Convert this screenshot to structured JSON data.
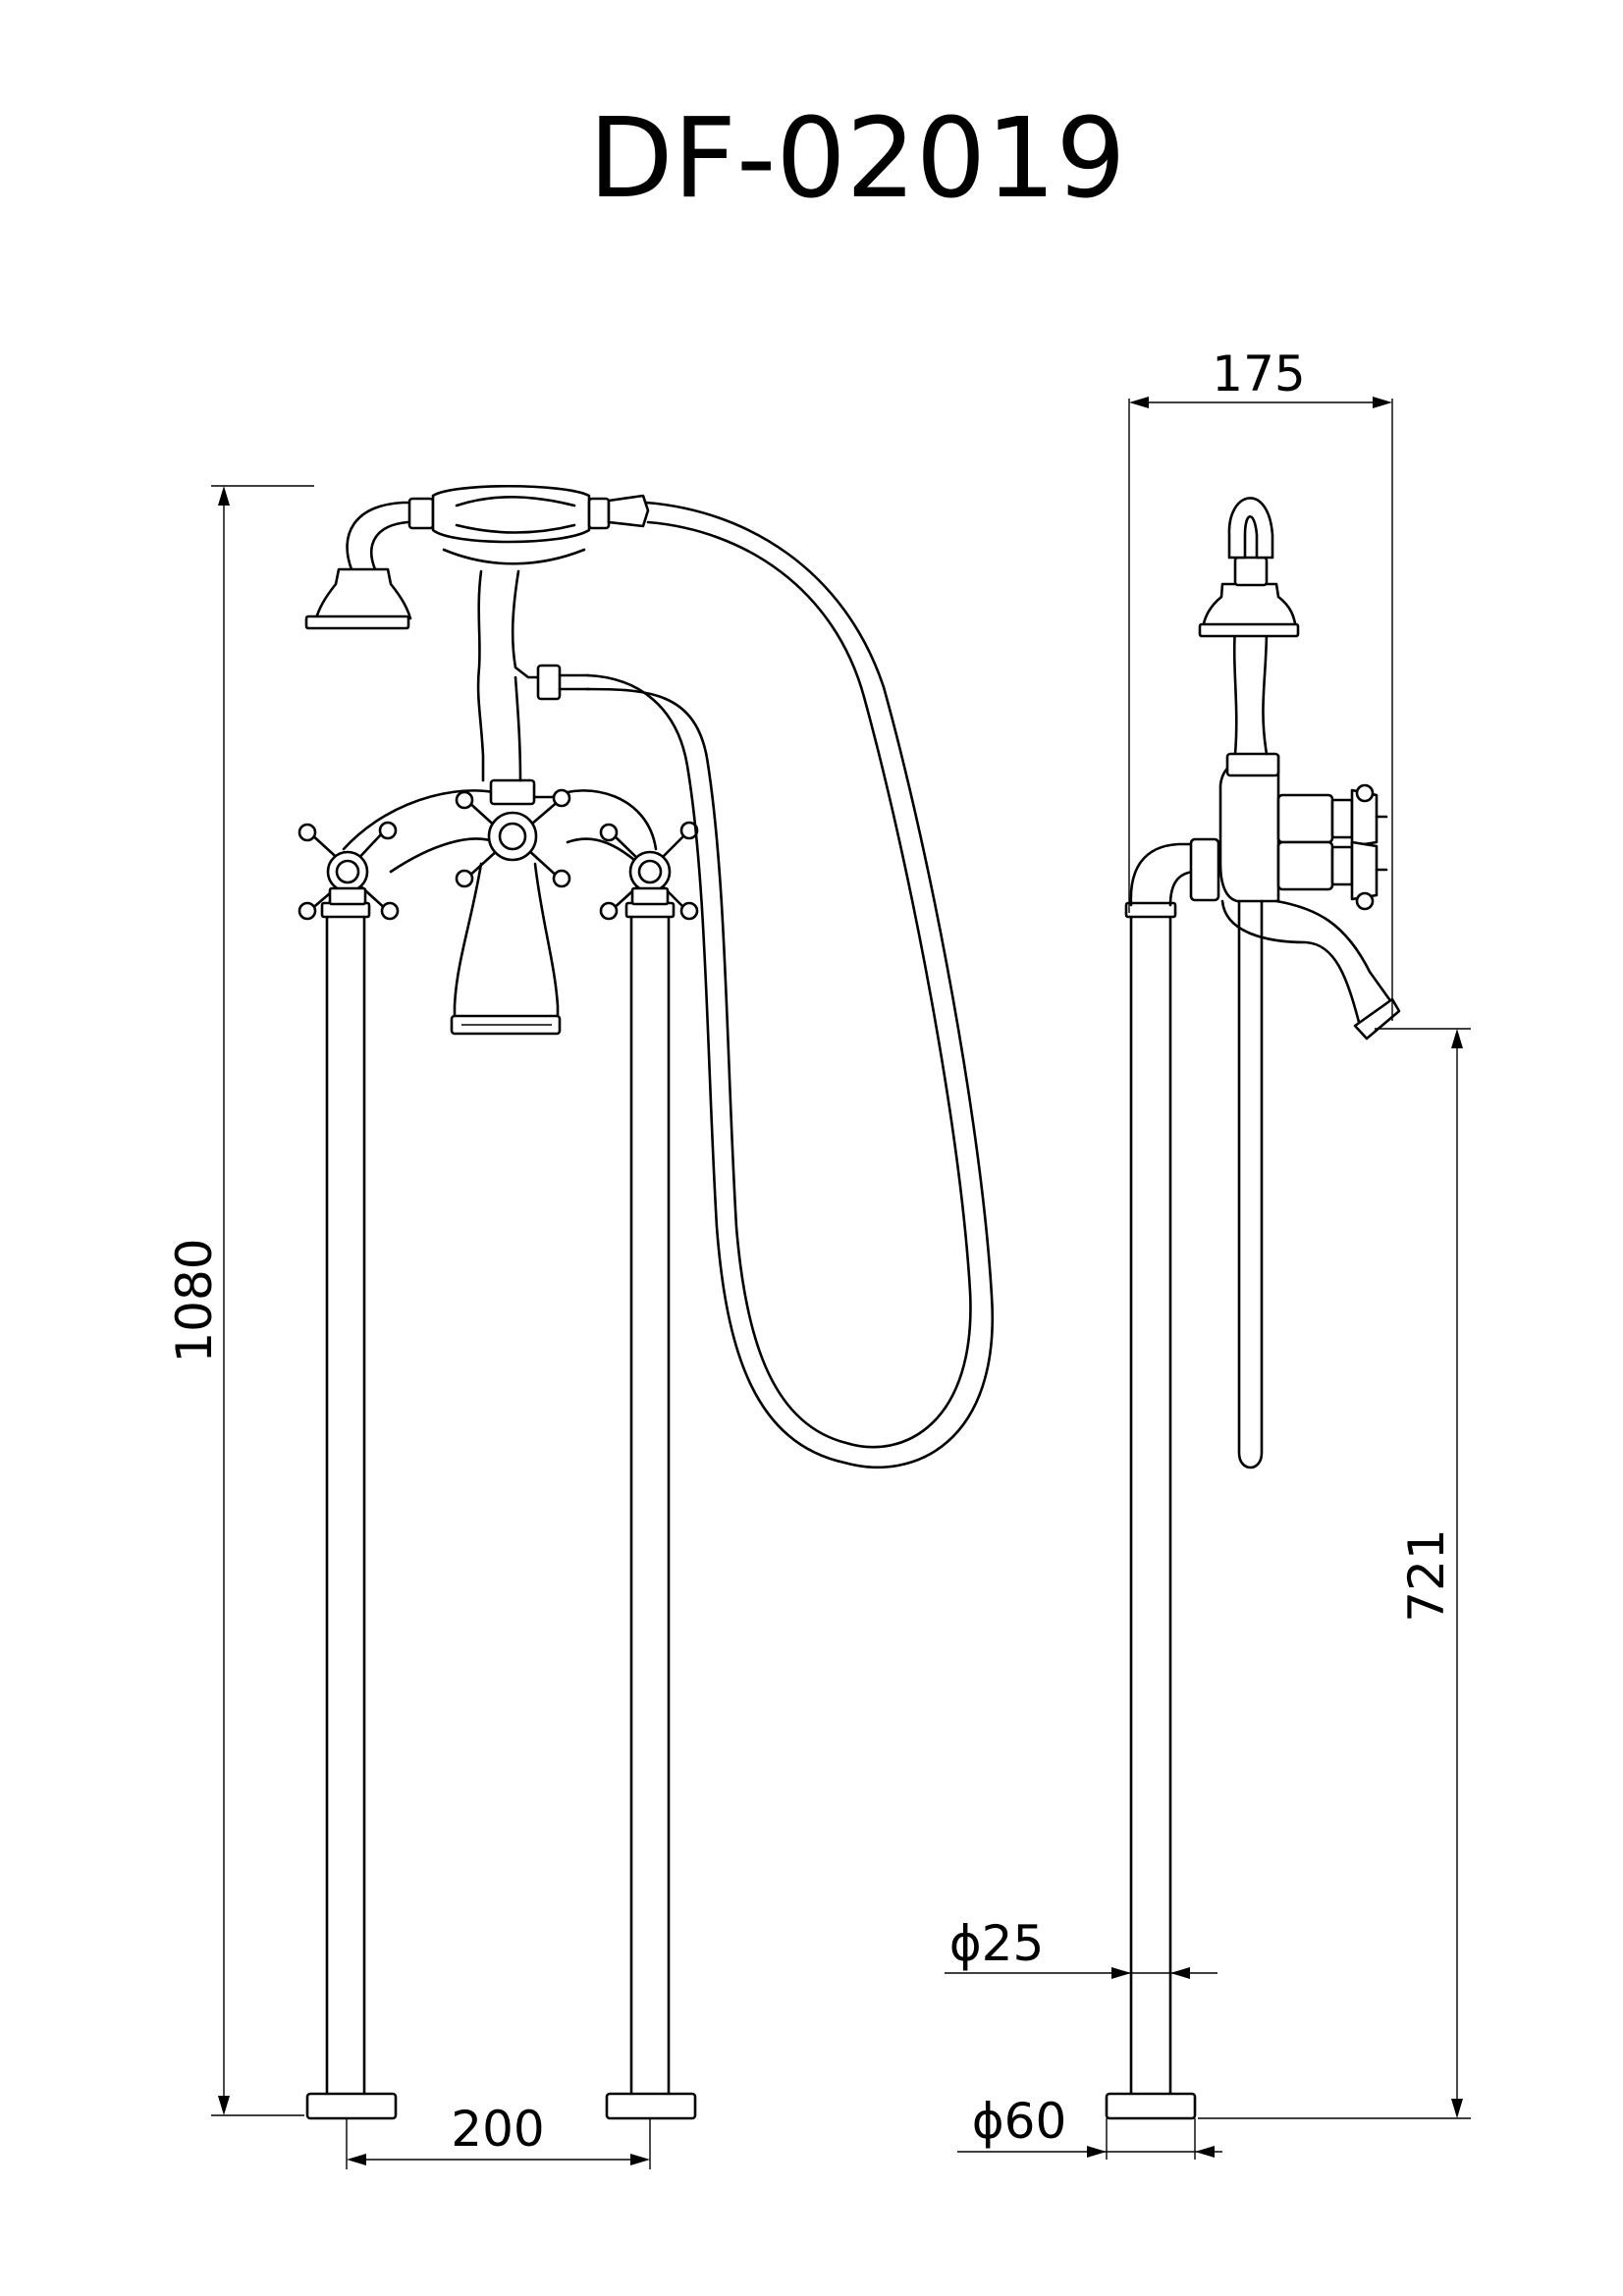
{
  "title": "DF-02019",
  "dimensions": {
    "total_height": "1080",
    "spacing": "200",
    "depth": "175",
    "spout_height": "721",
    "pipe_diameter": "ϕ25",
    "base_diameter": "ϕ60"
  }
}
